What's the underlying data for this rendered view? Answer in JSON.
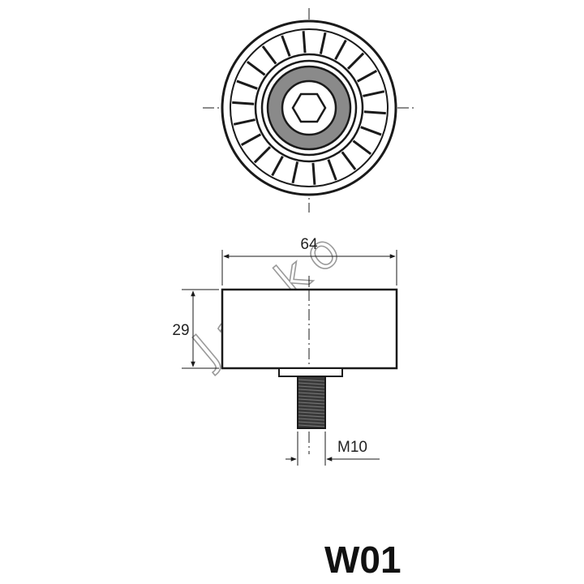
{
  "watermark": "Japko",
  "dimensions": {
    "width": "64",
    "height": "29",
    "thread": "M10"
  },
  "part_code": "W01",
  "colors": {
    "line": "#1a1a1a",
    "bearing_fill": "#8a8a8a",
    "thread_fill": "#3a3a3a",
    "watermark": "#9a9a9a"
  }
}
